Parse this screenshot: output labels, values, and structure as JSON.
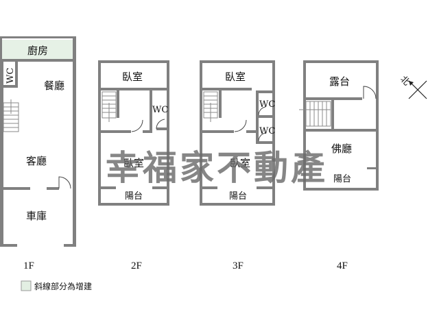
{
  "rooms": {
    "kitchen": "廚房",
    "wc_1f": "WC",
    "dining": "餐廳",
    "living": "客廳",
    "garage": "車庫",
    "bedroom_2f_top": "臥室",
    "bedroom_2f_main": "臥室",
    "wc_2f": "WC",
    "balcony_2f": "陽台",
    "bedroom_3f_top": "臥室",
    "bedroom_3f_main": "臥室",
    "wc_3f_a": "WC",
    "wc_3f_b": "WC",
    "balcony_3f": "陽台",
    "terrace_4f": "露台",
    "buddha_hall": "佛廳",
    "balcony_4f": "陽台"
  },
  "floors": [
    "1F",
    "2F",
    "3F",
    "4F"
  ],
  "legend": {
    "text": "斜線部分為增建",
    "swatch_color": "#e3efe3"
  },
  "watermark": "幸福家不動產",
  "compass_label": "北",
  "colors": {
    "wall": "#808080",
    "extension_fill": "#e6f1e6"
  }
}
